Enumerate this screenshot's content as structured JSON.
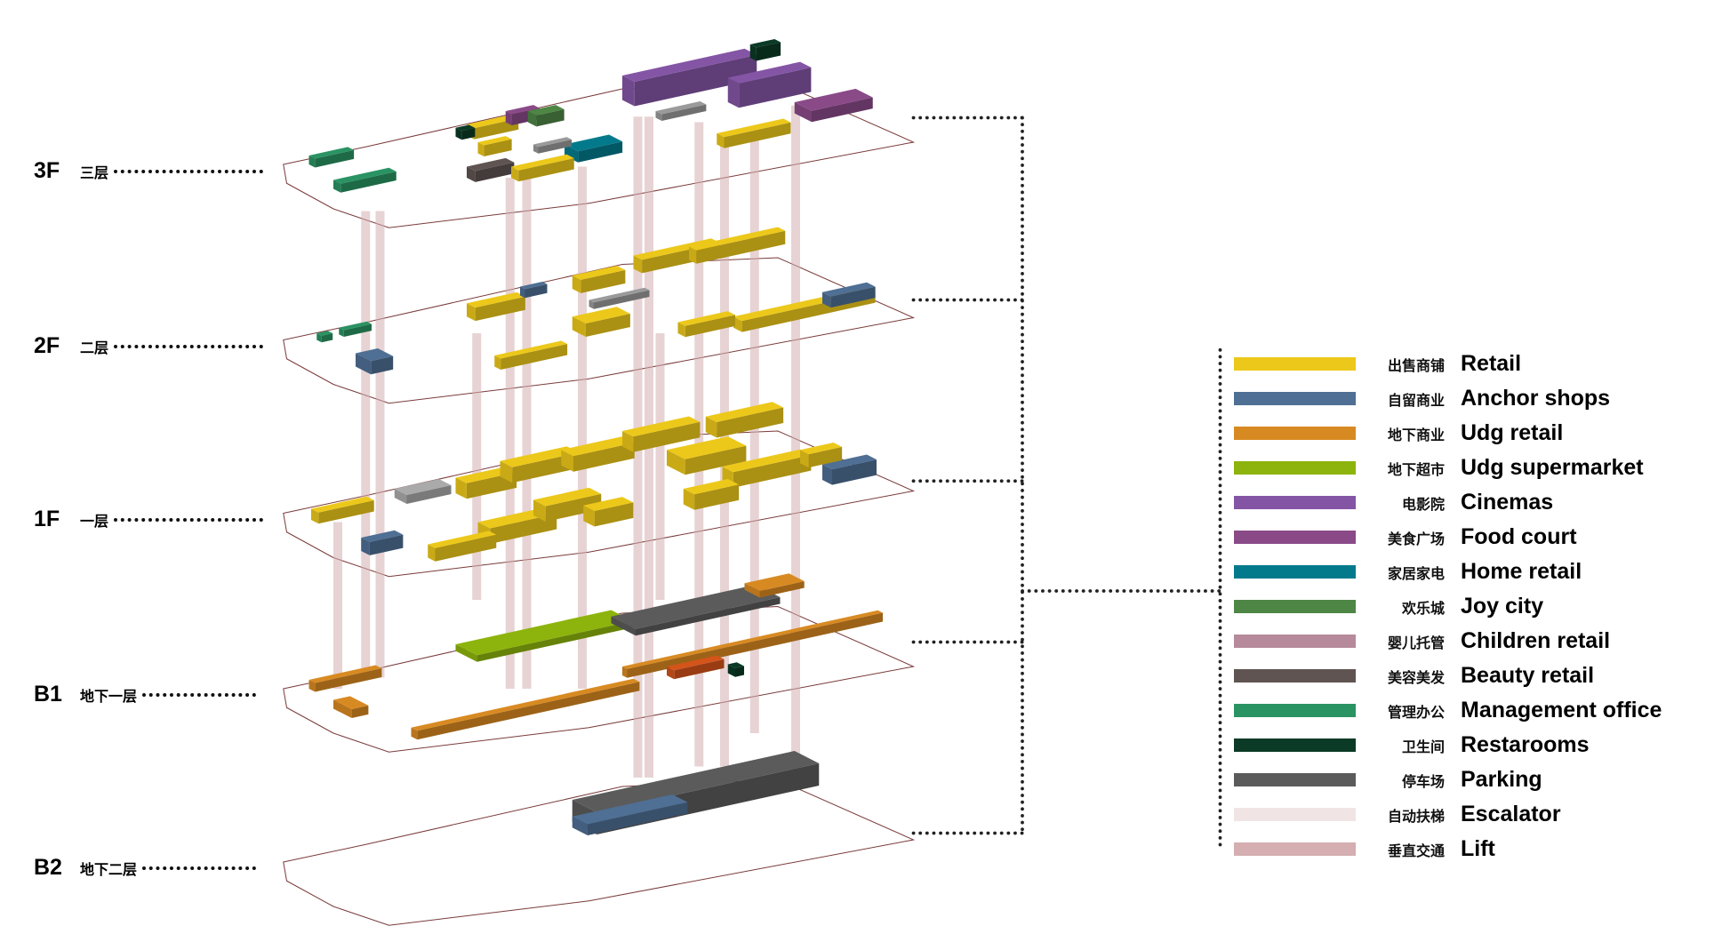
{
  "floors": [
    {
      "code": "3F",
      "cn": "三层"
    },
    {
      "code": "2F",
      "cn": "二层"
    },
    {
      "code": "1F",
      "cn": "一层"
    },
    {
      "code": "B1",
      "cn": "地下一层"
    },
    {
      "code": "B2",
      "cn": "地下二层"
    }
  ],
  "legend": [
    {
      "cn": "出售商铺",
      "en": "Retail",
      "color": "#ecc81a"
    },
    {
      "cn": "自留商业",
      "en": "Anchor shops",
      "color": "#4f6f94"
    },
    {
      "cn": "地下商业",
      "en": "Udg retail",
      "color": "#d88a22"
    },
    {
      "cn": "地下超市",
      "en": "Udg supermarket",
      "color": "#8db40c"
    },
    {
      "cn": "电影院",
      "en": "Cinemas",
      "color": "#8455a5"
    },
    {
      "cn": "美食广场",
      "en": "Food court",
      "color": "#8a4a88"
    },
    {
      "cn": "家居家电",
      "en": "Home retail",
      "color": "#037a8c"
    },
    {
      "cn": "欢乐城",
      "en": "Joy city",
      "color": "#4e8645"
    },
    {
      "cn": "婴儿托管",
      "en": "Children retail",
      "color": "#b68a9a"
    },
    {
      "cn": "美容美发",
      "en": "Beauty retail",
      "color": "#5f5451"
    },
    {
      "cn": "管理办公",
      "en": "Management office",
      "color": "#2a9363"
    },
    {
      "cn": "卫生间",
      "en": "Restarooms",
      "color": "#0b3a26"
    },
    {
      "cn": "停车场",
      "en": "Parking",
      "color": "#5b5b5b"
    },
    {
      "cn": "自动扶梯",
      "en": "Escalator",
      "color": "#f0e4e4"
    },
    {
      "cn": "垂直交通",
      "en": "Lift",
      "color": "#d4aeb0"
    }
  ]
}
